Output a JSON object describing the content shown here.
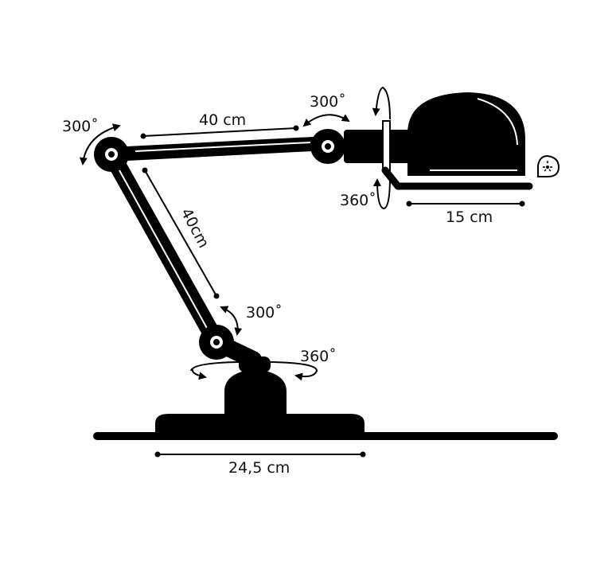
{
  "diagram": {
    "labels": {
      "shoulder_rotation": "300˚",
      "upper_arm_length": "40 cm",
      "elbow_rotation": "300˚",
      "head_tilt": "360˚",
      "shade_depth": "15 cm",
      "lower_arm_length": "40cm",
      "base_joint_rotation": "300˚",
      "base_swivel": "360˚",
      "base_diameter": "24,5 cm"
    },
    "colors": {
      "ink": "#000000",
      "background": "#ffffff"
    },
    "icons": [
      "rotation-arrow-icon",
      "bulb-icon"
    ]
  }
}
